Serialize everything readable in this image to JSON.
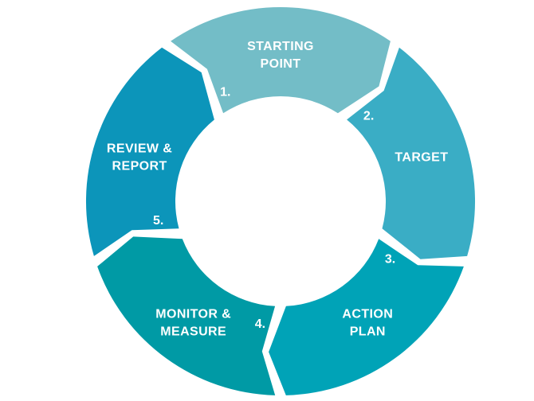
{
  "diagram": {
    "type": "cycle",
    "flow_direction": "clockwise",
    "background_color": "#ffffff",
    "text_color": "#ffffff",
    "steps": [
      {
        "number": "1.",
        "label": "STARTING POINT",
        "title_lines": [
          "STARTING",
          "POINT"
        ],
        "color": "#73bdc7"
      },
      {
        "number": "2.",
        "label": "TARGET",
        "title_lines": [
          "TARGET"
        ],
        "color": "#3aadc5"
      },
      {
        "number": "3.",
        "label": "ACTION PLAN",
        "title_lines": [
          "ACTION",
          "PLAN"
        ],
        "color": "#00a3b7"
      },
      {
        "number": "4.",
        "label": "MONITOR & MEASURE",
        "title_lines": [
          "MONITOR &",
          "MEASURE"
        ],
        "color": "#009aa5"
      },
      {
        "number": "5.",
        "label": "REVIEW & REPORT",
        "title_lines": [
          "REVIEW &",
          "REPORT"
        ],
        "color": "#0c95ba"
      }
    ]
  }
}
